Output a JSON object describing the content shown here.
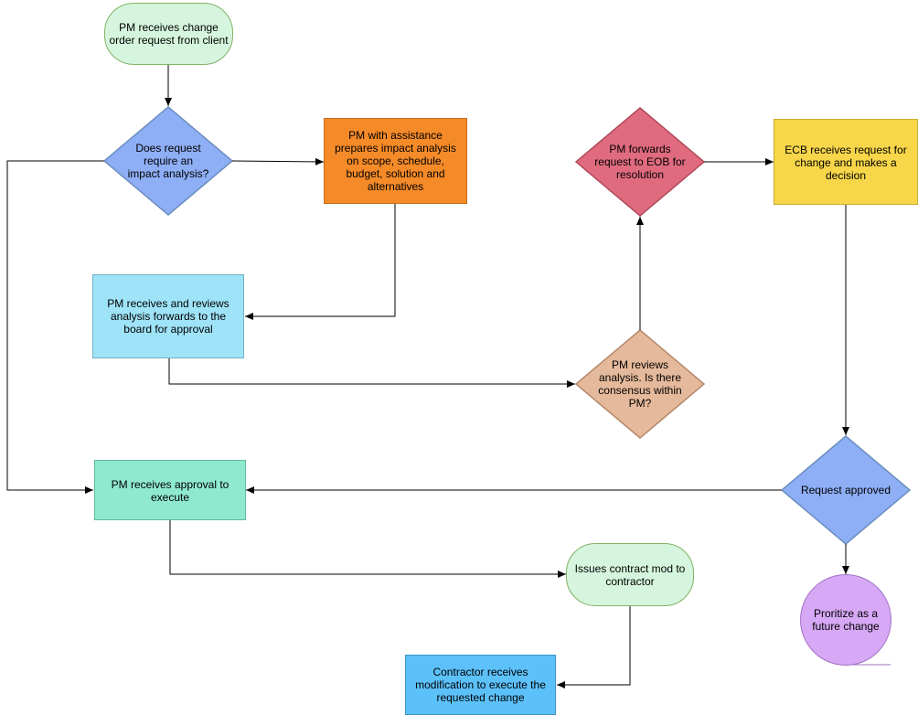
{
  "colors": {
    "start_fill": "#d5f5de",
    "start_stroke": "#82b366",
    "impact_q_fill": "#8eaef5",
    "impact_q_stroke": "#6c8ebf",
    "orange_fill": "#f58a28",
    "orange_stroke": "#c46d1c",
    "reviews_fill": "#9ee3f8",
    "reviews_stroke": "#6fb2c6",
    "consensus_fill": "#e5b99b",
    "consensus_stroke": "#b3896d",
    "forward_fill": "#e06b7e",
    "forward_stroke": "#b04a5c",
    "ecb_fill": "#f7d64a",
    "ecb_stroke": "#c9ad2e",
    "approval_fill": "#8ee9cf",
    "approval_stroke": "#5fb99f",
    "request_fill": "#8eaef5",
    "request_stroke": "#6c8ebf",
    "prioritize_fill": "#d6a8f5",
    "prioritize_stroke": "#a374c6",
    "contract_fill": "#d5f5de",
    "contract_stroke": "#82b366",
    "contractor_fill": "#5cc0f9",
    "contractor_stroke": "#3b94c6"
  },
  "nodes": {
    "start": "PM receives change order request from client",
    "impact_question": "Does request require an impact analysis?",
    "impact_analysis": "PM with assistance prepares impact analysis on scope, schedule, budget, solution and alternatives",
    "pm_reviews": "PM receives and reviews analysis forwards to the board for approval",
    "consensus": "PM reviews analysis.  Is there consensus within PM?",
    "forward_eob": "PM forwards request to EOB for resolution",
    "ecb_decision": "ECB receives request for change and makes a decision",
    "request_approved": "Request approved",
    "approval_execute": "PM receives approval to execute",
    "prioritize": "Proritize as a future change",
    "contract_mod": "Issues contract mod to contractor",
    "contractor_receives": "Contractor receives modification to execute the requested change"
  }
}
